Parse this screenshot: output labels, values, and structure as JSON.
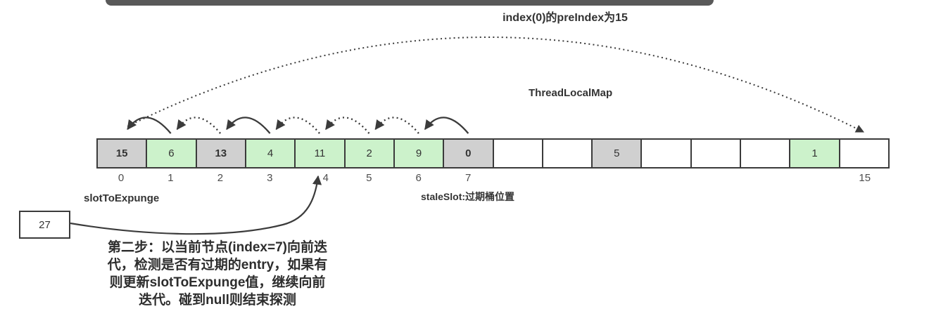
{
  "title": "index(0)的preIndex为15",
  "map_label": "ThreadLocalMap",
  "colors": {
    "cell_gray": "#d0d0d0",
    "cell_green": "#ccf2cb",
    "cell_white": "#ffffff",
    "border": "#3b3b3b",
    "topbar": "#595959",
    "text": "#333333"
  },
  "array": {
    "cells": [
      {
        "index": 0,
        "value": "15",
        "type": "gray",
        "bold": true,
        "show_index": true
      },
      {
        "index": 1,
        "value": "6",
        "type": "green",
        "bold": false,
        "show_index": true
      },
      {
        "index": 2,
        "value": "13",
        "type": "gray",
        "bold": true,
        "show_index": true
      },
      {
        "index": 3,
        "value": "4",
        "type": "green",
        "bold": false,
        "show_index": true
      },
      {
        "index": 4,
        "value": "11",
        "type": "green",
        "bold": false,
        "show_index": true
      },
      {
        "index": 5,
        "value": "2",
        "type": "green",
        "bold": false,
        "show_index": true
      },
      {
        "index": 6,
        "value": "9",
        "type": "green",
        "bold": false,
        "show_index": true
      },
      {
        "index": 7,
        "value": "0",
        "type": "gray",
        "bold": true,
        "show_index": true
      },
      {
        "index": 8,
        "value": "",
        "type": "white",
        "bold": false,
        "show_index": false
      },
      {
        "index": 9,
        "value": "",
        "type": "white",
        "bold": false,
        "show_index": false
      },
      {
        "index": 10,
        "value": "5",
        "type": "gray",
        "bold": false,
        "show_index": false
      },
      {
        "index": 11,
        "value": "",
        "type": "white",
        "bold": false,
        "show_index": false
      },
      {
        "index": 12,
        "value": "",
        "type": "white",
        "bold": false,
        "show_index": false
      },
      {
        "index": 13,
        "value": "",
        "type": "white",
        "bold": false,
        "show_index": false
      },
      {
        "index": 14,
        "value": "1",
        "type": "green",
        "bold": false,
        "show_index": false
      },
      {
        "index": 15,
        "value": "",
        "type": "white",
        "bold": false,
        "show_index": true
      }
    ]
  },
  "arcs": {
    "hops": [
      {
        "from": 1,
        "to": 0,
        "style": "solid"
      },
      {
        "from": 2,
        "to": 1,
        "style": "dotted"
      },
      {
        "from": 3,
        "to": 2,
        "style": "solid"
      },
      {
        "from": 4,
        "to": 3,
        "style": "dotted"
      },
      {
        "from": 5,
        "to": 4,
        "style": "dotted"
      },
      {
        "from": 6,
        "to": 5,
        "style": "dotted"
      },
      {
        "from": 7,
        "to": 6,
        "style": "solid"
      }
    ],
    "long_arc": {
      "from": 0,
      "to": 15,
      "style": "dotted"
    }
  },
  "labels": {
    "slot_to_expunge": "slotToExpunge",
    "stale_slot": "staleSlot:过期桶位置"
  },
  "pointer_box": {
    "value": "27",
    "target_index": 4
  },
  "note": "第二步：以当前节点(index=7)向前迭\n代，检测是否有过期的entry，如果有\n则更新slotToExpunge值，继续向前\n迭代。碰到null则结束探测"
}
